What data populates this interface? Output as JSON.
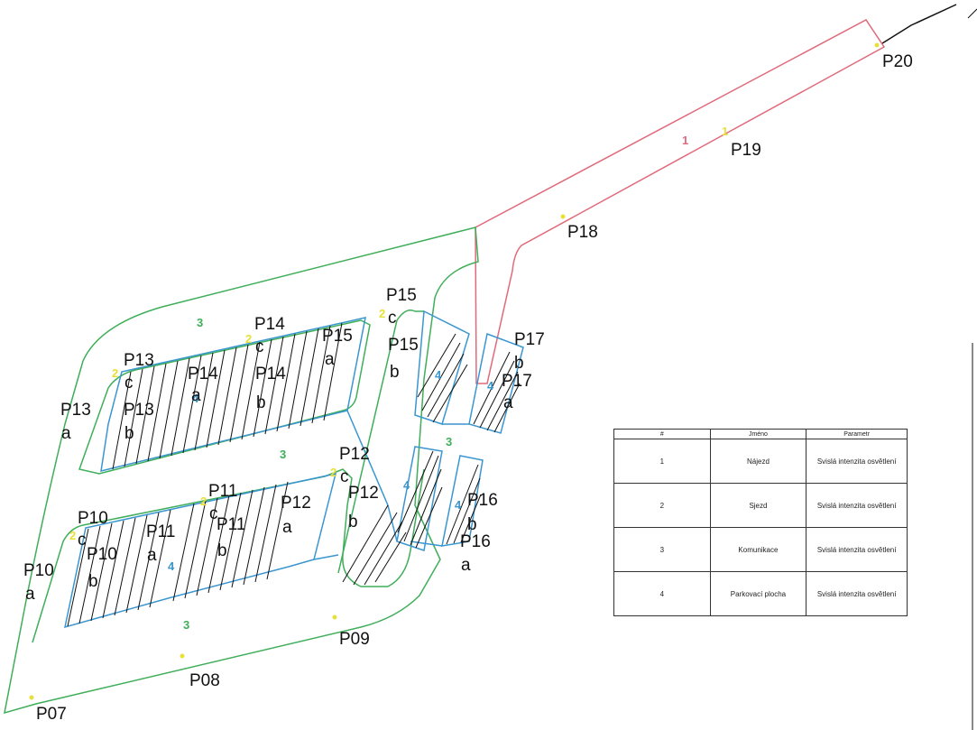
{
  "zone_labels": {
    "z1a": "1",
    "z1b": "1",
    "z3a": "3",
    "z3b": "3",
    "z3c": "3",
    "z3d": "3",
    "z4a": "4",
    "z4b": "4",
    "z4c": "4",
    "z4d": "4",
    "z4e": "4",
    "z4f": "4",
    "z2a": "2",
    "z2b": "2",
    "z2c": "2",
    "z2d": "2",
    "z2e": "2",
    "z2f": "2"
  },
  "points": {
    "p07": "P07",
    "p08": "P08",
    "p09": "P09",
    "p18": "P18",
    "p19": "P19",
    "p20": "P20",
    "p10": "P10",
    "p11": "P11",
    "p12": "P12",
    "p13": "P13",
    "p14": "P14",
    "p15": "P15",
    "p16": "P16",
    "p17": "P17",
    "a": "a",
    "b": "b",
    "c": "c"
  },
  "legend": {
    "headers": [
      "#",
      "Jméno",
      "Parametr"
    ],
    "rows": [
      {
        "num": "1",
        "name": "Nájezd",
        "param": "Svislá intenzita osvětlení"
      },
      {
        "num": "2",
        "name": "Sjezd",
        "param": "Svislá intenzita osvětlení"
      },
      {
        "num": "3",
        "name": "Komunikace",
        "param": "Svislá intenzita osvětlení"
      },
      {
        "num": "4",
        "name": "Parkovací plocha",
        "param": "Svislá intenzita osvětlení"
      }
    ]
  },
  "colors": {
    "zone1": "#e06a7a",
    "zone2": "#e8e03a",
    "zone3": "#3fae5a",
    "zone4": "#3a96d0",
    "hatch": "#111111"
  }
}
